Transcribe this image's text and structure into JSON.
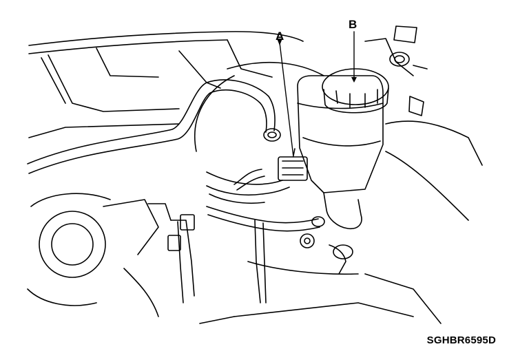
{
  "callouts": {
    "a": "A",
    "b": "B"
  },
  "figure_code": "SGHBR6595D",
  "colors": {
    "ink": "#000000",
    "paper": "#ffffff"
  }
}
